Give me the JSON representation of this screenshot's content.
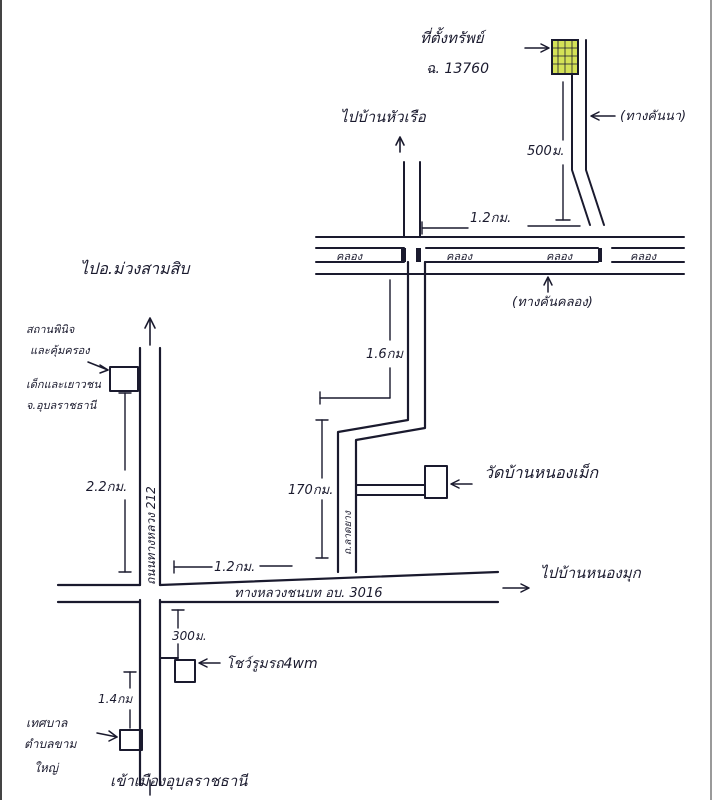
{
  "property": {
    "label_line1": "ที่ตั้งทรัพย์",
    "label_line2": "ฉ. 13760",
    "fill_color": "#d4e157"
  },
  "labels": {
    "to_ban_hua_ruea": "ไปบ้านหัวเรือ",
    "field_road_top": "(ทางคันนา)",
    "dist_500m": "500ม.",
    "dist_1_2km_top": "1.2กม.",
    "canal": "คลอง",
    "dike_road": "(ทางคันคลอง)",
    "dist_1_6km": "1.6กม",
    "wat": "วัดบ้านหนองเม็ก",
    "dist_170km": "170กม.",
    "bluegrass_road": "ถ.ลาดยาง",
    "to_muang_sam_sip": "ไปอ.ม่วงสามสิบ",
    "health_center_line1": "สถานพินิจ",
    "health_center_line2": "และคุ้มครอง",
    "health_center_line3": "เด็กและเยาวชน",
    "health_center_line4": "จ.อุบลราชธานี",
    "dist_2_2km": "2.2กม.",
    "highway_212": "ถนนทางหลวง 212",
    "dist_1_2km_mid": "1.2กม.",
    "rural_road": "ทางหลวงชนบท อบ. 3016",
    "to_ban_nong_muk": "ไปบ้านหนองมุก",
    "dist_300m": "300ม.",
    "showroom": "โชว์รูมรถ4wm",
    "dist_1_4km": "1.4กม",
    "municipality_line1": "เทศบาล",
    "municipality_line2": "ตำบลขาม",
    "municipality_line3": "ใหญ่",
    "to_ubon": "เข้าเมืองอุบลราชธานี"
  }
}
